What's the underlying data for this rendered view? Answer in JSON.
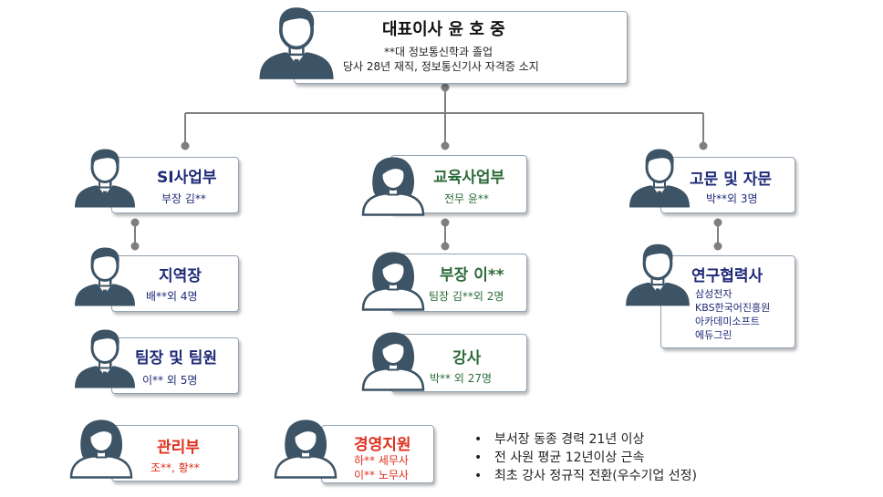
{
  "colors": {
    "navy": "#1e2a78",
    "green": "#2d6b3a",
    "red": "#e0301e",
    "box_border": "#93a3b3",
    "connector": "#7f7f7f",
    "person": "#3d5466"
  },
  "ceo": {
    "title": "대표이사  윤 호 중",
    "line1": "**대 정보통신학과 졸업",
    "line2": "당사 28년 재직, 정보통신기사 자격증 소지",
    "icon": "male-person-icon"
  },
  "si": {
    "title": "SI사업부",
    "sub": "부장 김**",
    "icon": "male-person-icon",
    "children": [
      {
        "title": "지역장",
        "sub": "배**외 4명",
        "icon": "male-person-icon"
      },
      {
        "title": "팀장 및 팀원",
        "sub": "이** 외 5명",
        "icon": "male-person-icon"
      }
    ]
  },
  "edu": {
    "title": "교육사업부",
    "sub": "전무 윤**",
    "icon": "female-person-icon",
    "children": [
      {
        "title": "부장 이**",
        "sub": "팀장 김**외 2명",
        "icon": "female-person-icon"
      },
      {
        "title": "강사",
        "sub": "박** 외 27명",
        "icon": "female-person-icon"
      }
    ]
  },
  "advisory": {
    "title": "고문 및 자문",
    "sub": "박**외 3명",
    "icon": "male-person-icon"
  },
  "research": {
    "title": "연구협력사",
    "lines": [
      "삼성전자",
      "KBS한국어진흥원",
      "아카데미소프트",
      "에듀그린"
    ],
    "icon": "male-person-icon"
  },
  "admin": {
    "title": "관리부",
    "sub": "조**,  황**",
    "icon": "female-person-icon"
  },
  "management": {
    "title": "경영지원",
    "line1": "하**  세무사",
    "line2": "이**  노무사",
    "icon": "female-person-icon"
  },
  "notes": [
    "부서장 동종 경력 21년 이상",
    "전 사원 평균 12년이상 근속",
    "최초 강사 정규직 전환(우수기업 선정)"
  ]
}
